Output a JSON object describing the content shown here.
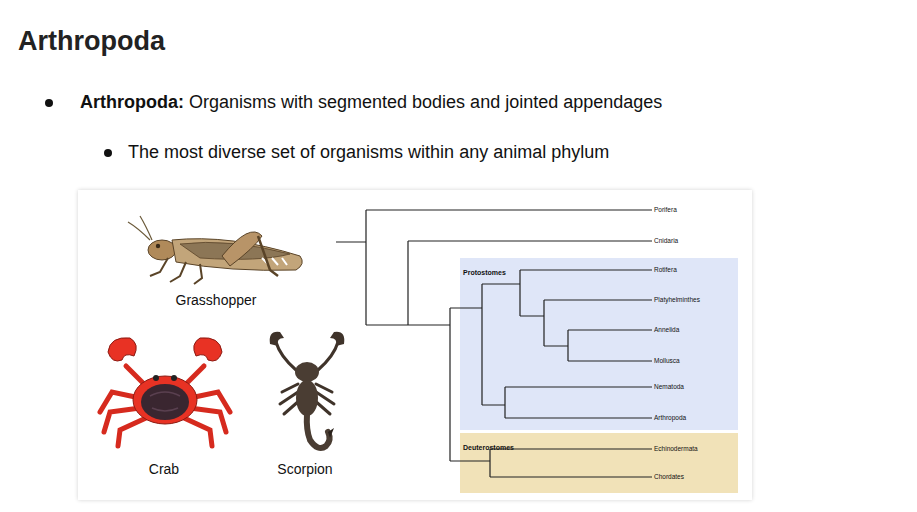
{
  "diagram": {
    "title": "Arthropoda",
    "nodes": [
      {
        "text": [
          "Protostomes"
        ]
      },
      {
        "text": [
          "Deuterostomes"
        ]
      }
    ],
    "labels": [
      "Arthropoda:",
      "Organisms with segmented bodies and jointed appendages",
      "The most diverse set of organisms within any animal phylum",
      "Grasshopper",
      "Crab",
      "Scorpion",
      "Porifera",
      "Cnidaria",
      "Rotifera",
      "Platyhelminthes",
      "Annelida",
      "Mollusca",
      "Nematoda",
      "Arthropoda",
      "Echinodermata",
      "Chordates"
    ]
  }
}
